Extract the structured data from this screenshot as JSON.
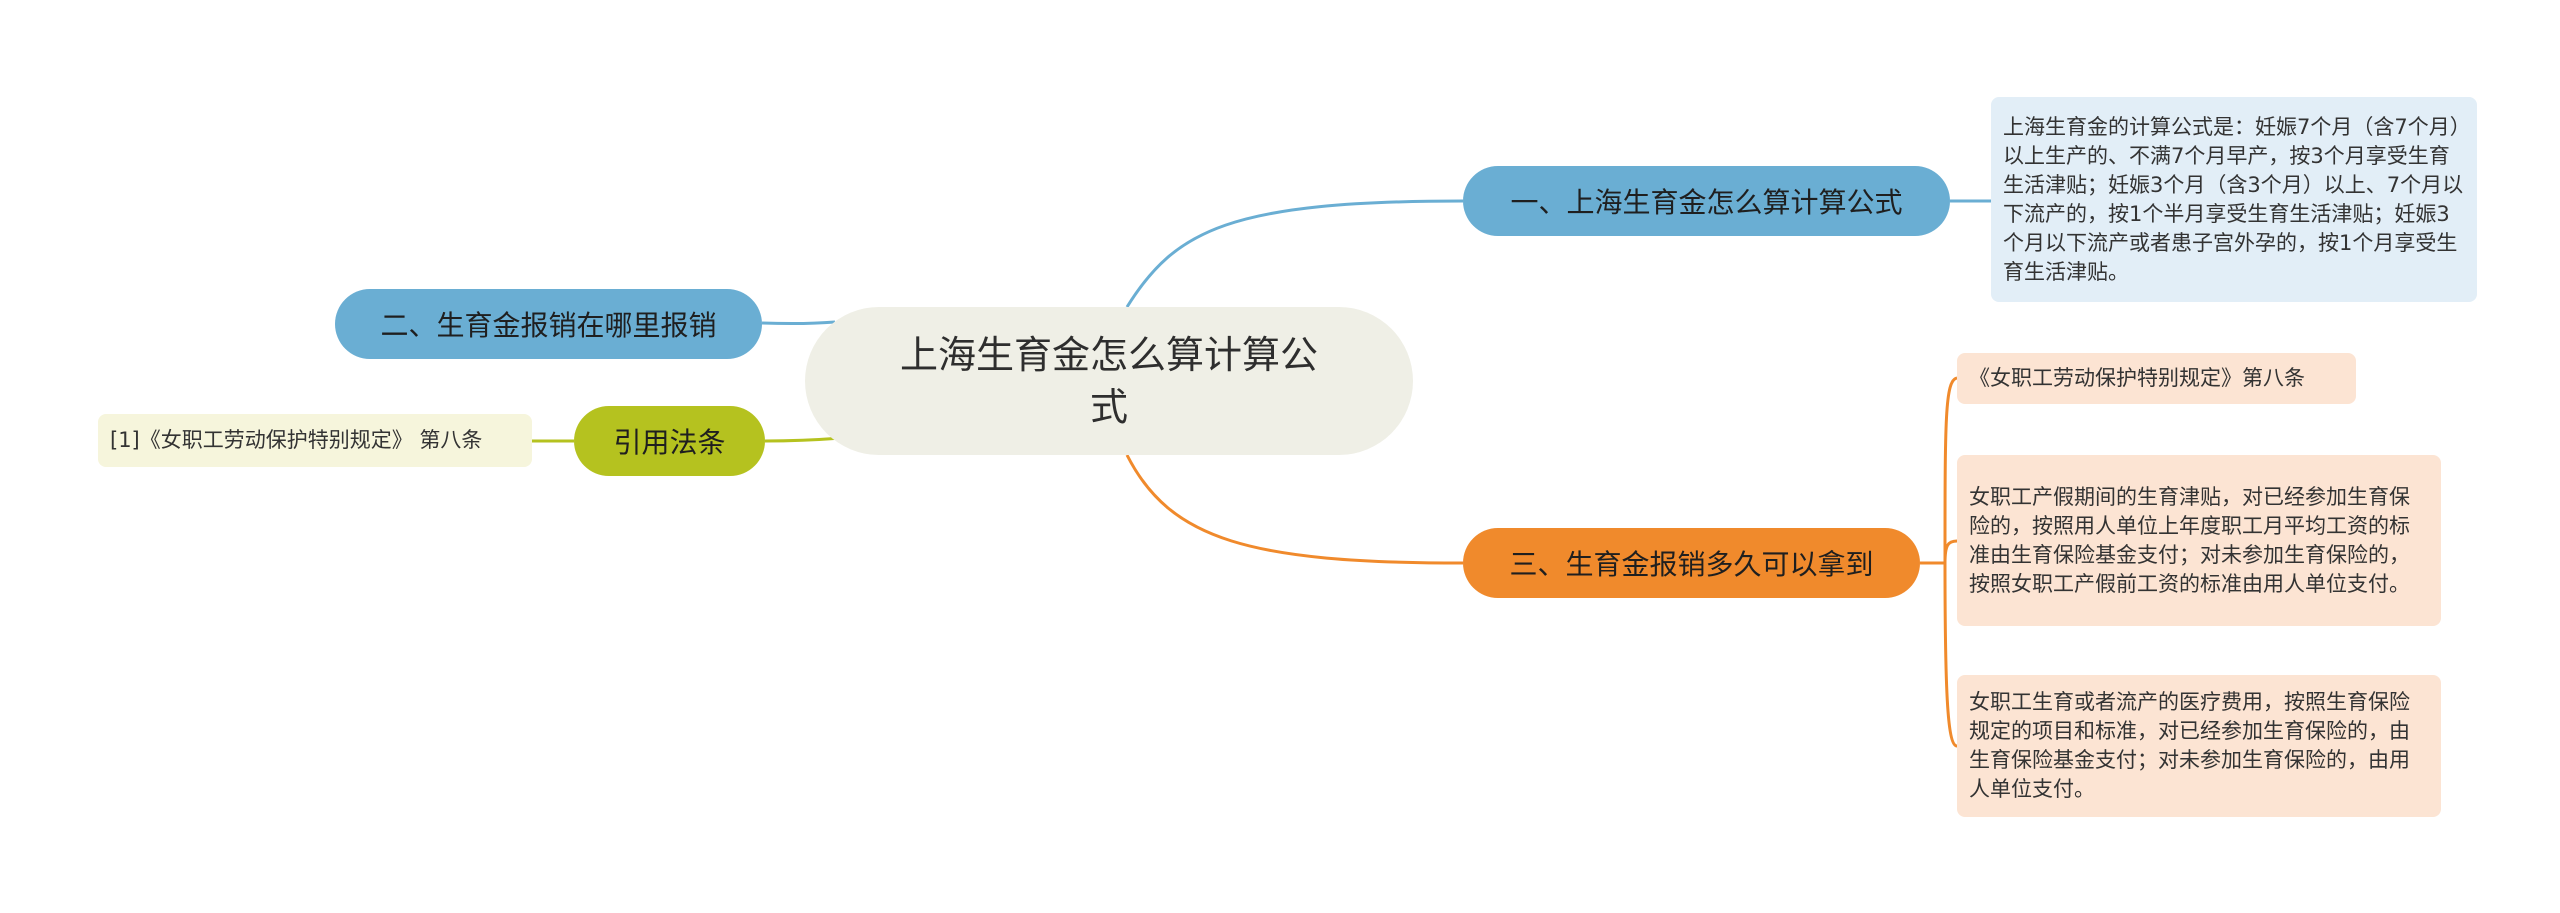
{
  "root": {
    "title": "上海生育金怎么算计算公式"
  },
  "branches": [
    {
      "label": "一、上海生育金怎么算计算公式"
    },
    {
      "label": "二、生育金报销在哪里报销"
    },
    {
      "label": "引用法条"
    },
    {
      "label": "三、生育金报销多久可以拿到"
    }
  ],
  "leaves": {
    "formula": "上海生育金的计算公式是：妊娠7个月（含7个月）以上生产的、不满7个月早产，按3个月享受生育生活津贴；妊娠3个月（含3个月）以上、7个月以下流产的，按1个半月享受生育生活津贴；妊娠3个月以下流产或者患子宫外孕的，按1个月享受生育生活津贴。",
    "citation_source": "[1]《女职工劳动保护特别规定》 第八条",
    "article_title": "《女职工劳动保护特别规定》第八条",
    "allowance": "女职工产假期间的生育津贴，对已经参加生育保险的，按照用人单位上年度职工月平均工资的标准由生育保险基金支付；对未参加生育保险的，按照女职工产假前工资的标准由用人单位支付。",
    "medical": "女职工生育或者流产的医疗费用，按照生育保险规定的项目和标准，对已经参加生育保险的，由生育保险基金支付；对未参加生育保险的，由用人单位支付。"
  },
  "colors": {
    "blue": "#6aaed3",
    "green": "#b5c21f",
    "orange": "#f08a2c",
    "root_bg": "#efefe6"
  }
}
